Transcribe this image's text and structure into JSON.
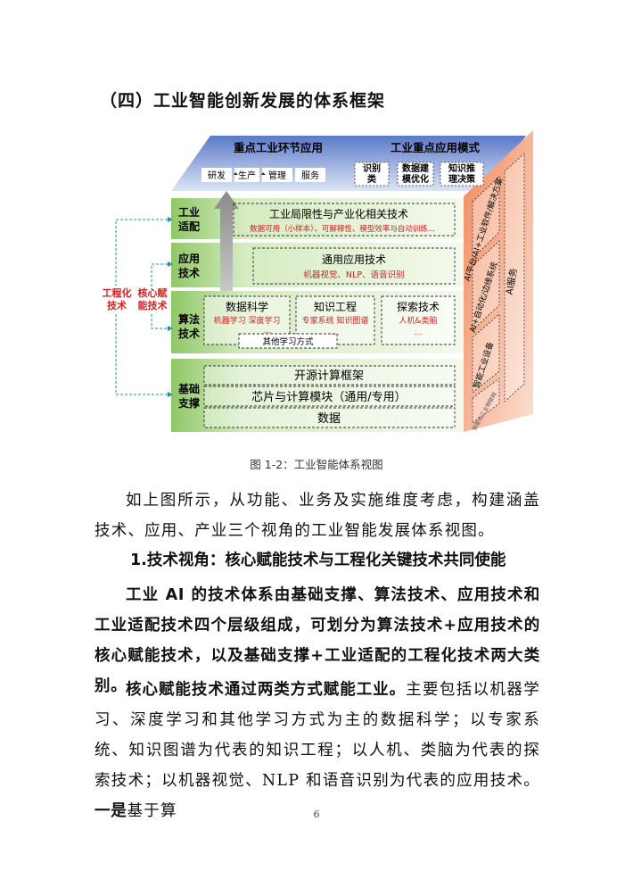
{
  "section_heading": "（四）工业智能创新发展的体系框架",
  "figure": {
    "top_left_title": "重点工业环节应用",
    "top_left_items": [
      "研发",
      "生产",
      "管理",
      "服务"
    ],
    "top_right_title": "工业重点应用模式",
    "top_right_items": [
      [
        "识别",
        "类"
      ],
      [
        "数据建",
        "模优化"
      ],
      [
        "知识推",
        "理决策"
      ]
    ],
    "layers": [
      {
        "label": [
          "工业",
          "适配"
        ],
        "title": "工业局限性与产业化相关技术",
        "subtitle": "数据可用（小样本）、可解释性、模型效率与自动训练..."
      },
      {
        "label": [
          "应用",
          "技术"
        ],
        "title": "通用应用技术",
        "subtitle": "机器视觉、NLP、语音识别"
      },
      {
        "label": [
          "算法",
          "技术"
        ],
        "boxes": [
          {
            "title": "数据科学",
            "subtitle": "机器学习  深度学习",
            "dots": "…"
          },
          {
            "title": "知识工程",
            "subtitle": "专家系统 知识图谱",
            "dots": "…"
          },
          {
            "title": "探索技术",
            "subtitle": "人机&类脑",
            "dots": "…"
          }
        ],
        "extra": "其他学习方式"
      },
      {
        "label": [
          "基础",
          "支撑"
        ],
        "rows": [
          "开源计算框架",
          "芯片与计算模块（通用/专用）",
          "数据"
        ]
      }
    ],
    "left_labels": {
      "engineering": [
        "工程化",
        "技术"
      ],
      "core": [
        "核心赋",
        "能技术"
      ]
    },
    "side_columns": {
      "col1_top": "AI平台/AI+工业软件/解决方案",
      "col1_mid": "AI+自动化/边缘系统",
      "col1_bottom": "智能工业设备",
      "col1_small": "智能化工业物联网",
      "col2": "AI服务"
    },
    "colors": {
      "green": "#8fc866",
      "green_light": "#d5ebc0",
      "blue": "#5b79c8",
      "blue_light": "#dce5f5",
      "red": "#d42020",
      "orange": "#f28a5c",
      "orange_light": "#f6b695"
    }
  },
  "figure_caption": "图 1-2：工业智能体系视图",
  "paragraph_1": "如上图所示，从功能、业务及实施维度考虑，构建涵盖技术、应用、产业三个视角的工业智能发展体系视图。",
  "sub_heading": "1.技术视角：核心赋能技术与工程化关键技术共同使能",
  "paragraph_2": "工业 AI 的技术体系由基础支撑、算法技术、应用技术和工业适配技术四个层级组成，可划分为算法技术+应用技术的核心赋能技术，以及基础支撑+工业适配的工程化技术两大类别。",
  "paragraph_3_lead": "核心赋能技术通过两类方式赋能工业。",
  "paragraph_3_body": "主要包括以机器学习、深度学习和其他学习方式为主的数据科学；以专家系统、知识图谱为代表的知识工程；以人机、类脑为代表的探索技术；以机器视觉、NLP 和语音识别为代表的应用技术。",
  "paragraph_3_tail_bold": "一是",
  "paragraph_3_tail": "基于算",
  "page_number": "6"
}
